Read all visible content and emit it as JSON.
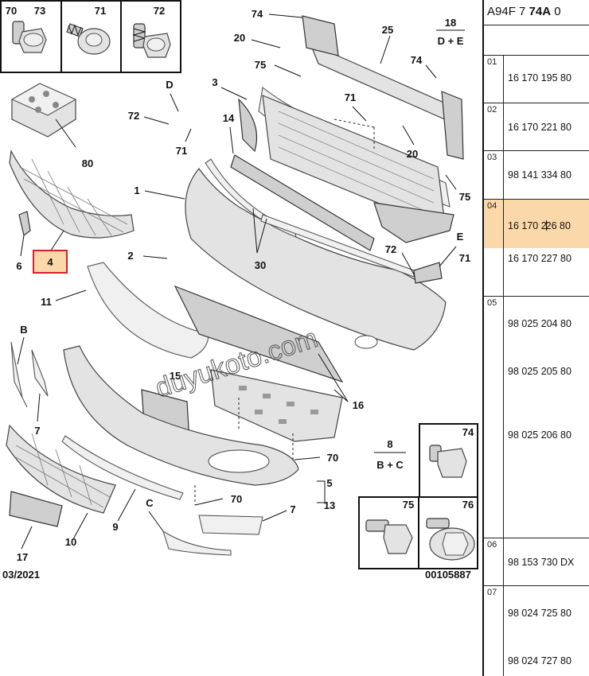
{
  "header": {
    "prefix": "A94F 7 ",
    "code": "74A",
    "suffix": " 0"
  },
  "diagram": {
    "date": "03/2021",
    "ref": "00105887",
    "watermark": "duyukoto.com",
    "group_18": {
      "number": "18",
      "variant": "D + E"
    },
    "group_8": {
      "number": "8",
      "variant": "B + C"
    },
    "selected_label": "4",
    "highlight_color": "#fbd8a9",
    "selection_border": "#d9202a",
    "labels": [
      "70",
      "73",
      "71",
      "72",
      "74",
      "20",
      "75",
      "25",
      "74",
      "3",
      "D",
      "72",
      "71",
      "14",
      "71",
      "20",
      "80",
      "1",
      "75",
      "6",
      "2",
      "30",
      "72",
      "E",
      "71",
      "11",
      "B",
      "15",
      "16",
      "7",
      "70",
      "5",
      "13",
      "70",
      "9",
      "C",
      "7",
      "10",
      "17",
      "74",
      "75",
      "76"
    ]
  },
  "rows": [
    {
      "index": "01",
      "refs": [
        "16 170 195 80"
      ]
    },
    {
      "index": "02",
      "refs": [
        "16 170 221 80"
      ]
    },
    {
      "index": "03",
      "refs": [
        "98 141 334 80"
      ]
    },
    {
      "index": "04",
      "refs": [
        "16 170 2",
        "26 80",
        "16 170 227 80"
      ],
      "selected": true
    },
    {
      "index": "05",
      "refs": [
        "98 025 204 80",
        "98 025 205 80",
        "98 025 206 80"
      ]
    },
    {
      "index": "06",
      "refs": [
        "98 153 730 DX"
      ]
    },
    {
      "index": "07",
      "refs": [
        "98 024 725 80",
        "98 024 727 80"
      ]
    }
  ]
}
